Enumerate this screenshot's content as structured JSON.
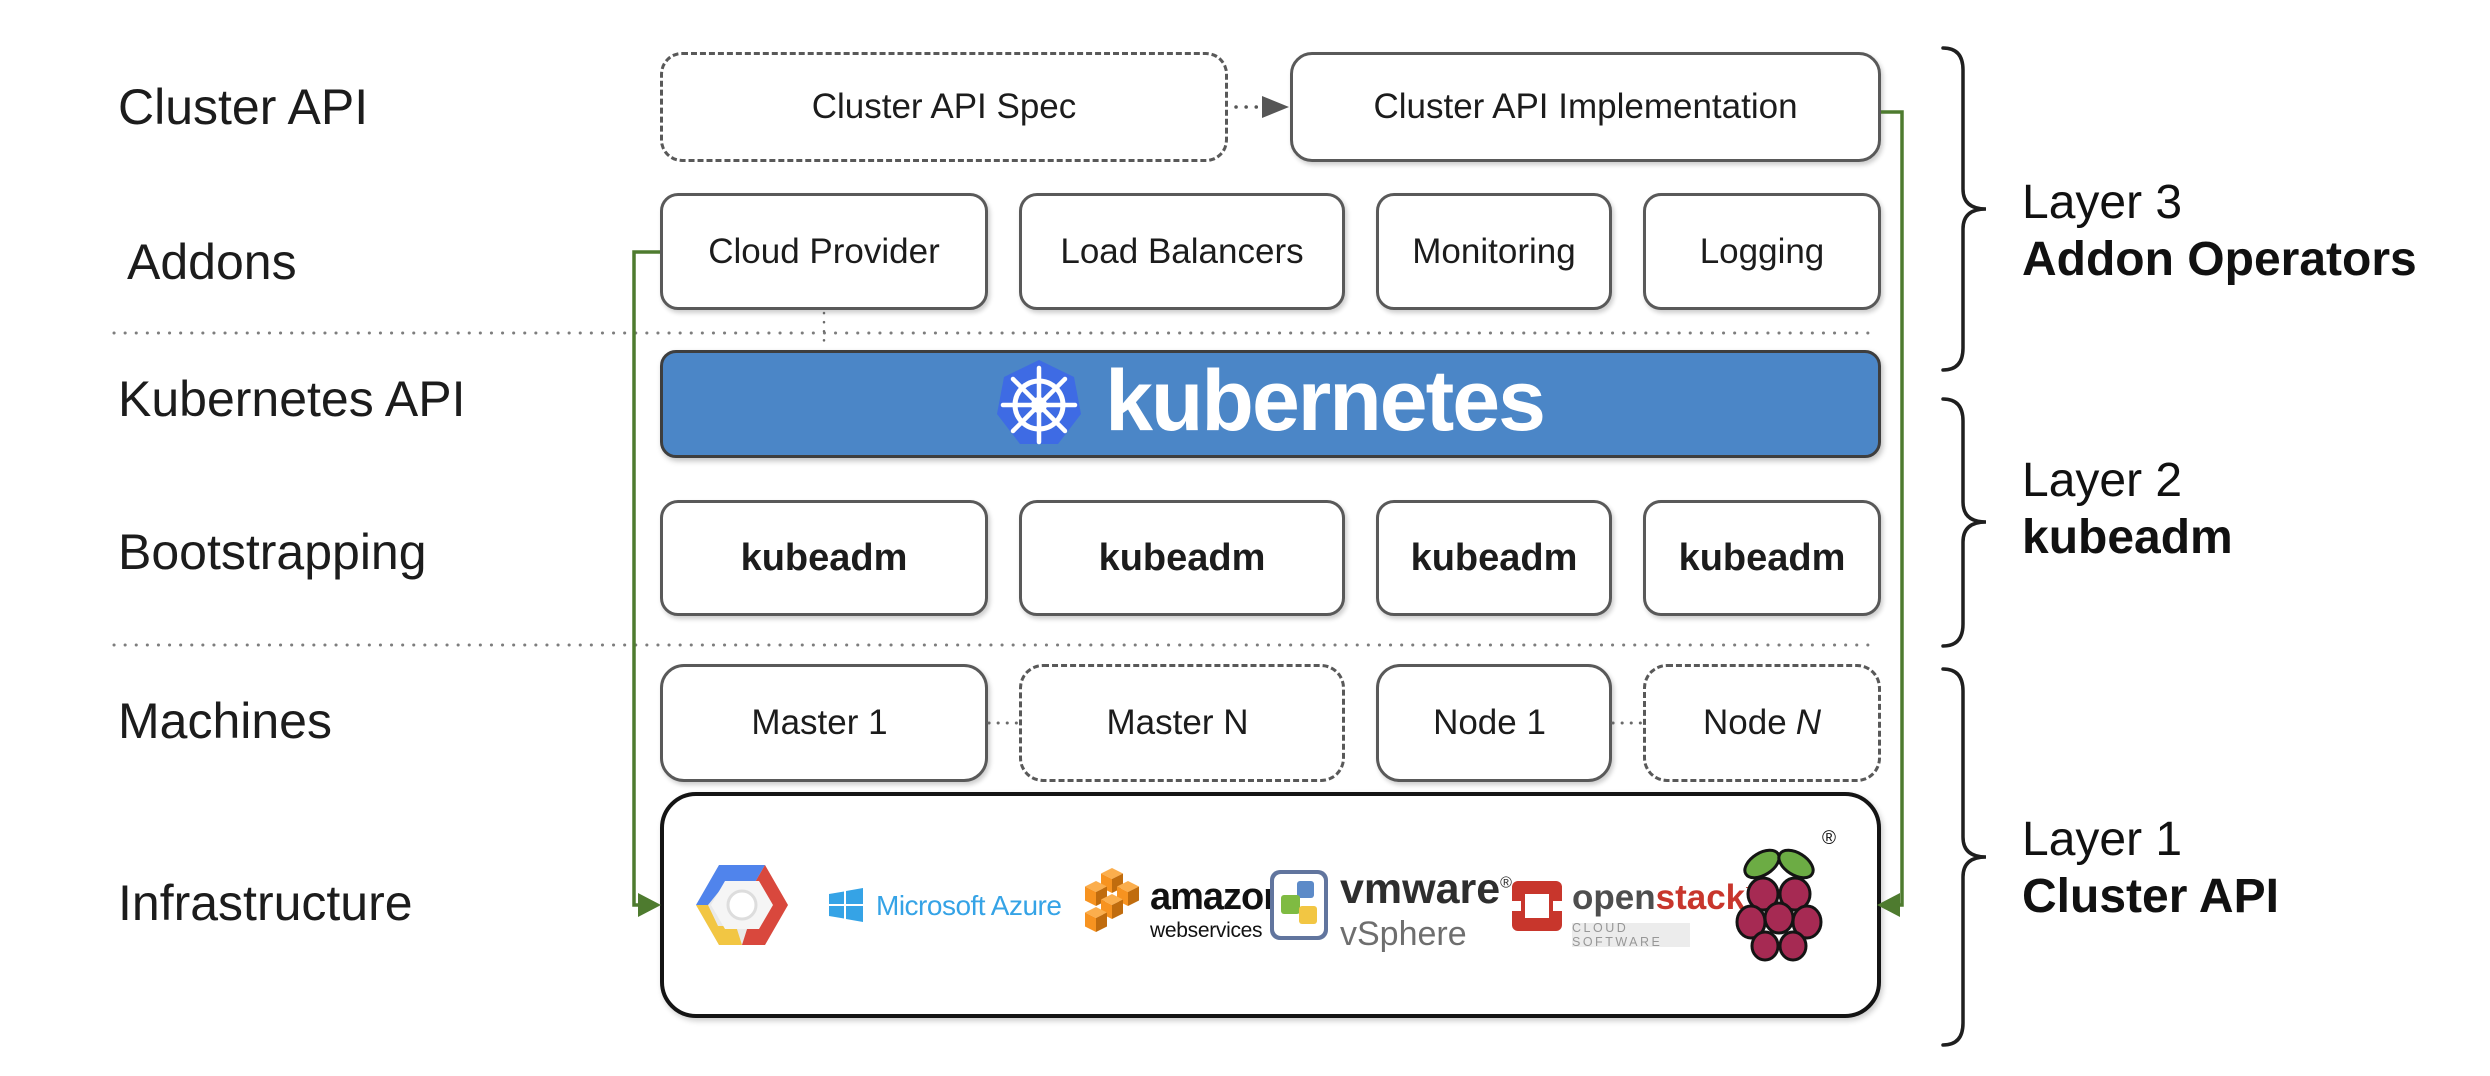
{
  "row_labels": {
    "items": [
      {
        "label": "Cluster API"
      },
      {
        "label": "Addons"
      },
      {
        "label": "Kubernetes API"
      },
      {
        "label": "Bootstrapping"
      },
      {
        "label": "Machines"
      },
      {
        "label": "Infrastructure"
      }
    ]
  },
  "top_row": {
    "spec_label": "Cluster API Spec",
    "impl_label": "Cluster API Implementation"
  },
  "addons_row": {
    "items": [
      "Cloud Provider",
      "Load Balancers",
      "Monitoring",
      "Logging"
    ]
  },
  "kubernetes_banner": {
    "label": "kubernetes",
    "logo": "kubernetes-wheel-icon"
  },
  "bootstrapping_row": {
    "items": [
      "kubeadm",
      "kubeadm",
      "kubeadm",
      "kubeadm"
    ]
  },
  "machines_row": {
    "items": [
      {
        "label": "Master 1",
        "suffix": "",
        "style": "solid"
      },
      {
        "label": "Master N",
        "suffix": "",
        "style": "dashed"
      },
      {
        "label": "Node 1",
        "suffix": "",
        "style": "solid"
      },
      {
        "label": "Node",
        "suffix": "N",
        "style": "dashed"
      }
    ]
  },
  "infrastructure": {
    "providers": [
      {
        "name": "google-cloud-platform"
      },
      {
        "name": "microsoft-azure",
        "label": "Microsoft Azure"
      },
      {
        "name": "amazon-web-services",
        "label": "amazon",
        "sublabel": "webservices"
      },
      {
        "name": "vmware-vsphere",
        "label": "vmware",
        "mark": "®",
        "sublabel": "vSphere"
      },
      {
        "name": "openstack",
        "label_gray": "open",
        "label_red": "stack",
        "mark": "™",
        "sublabel": "CLOUD SOFTWARE"
      },
      {
        "name": "raspberry-pi",
        "mark": "®"
      }
    ]
  },
  "layers": {
    "items": [
      {
        "line1": "Layer 3",
        "line2": "Addon Operators"
      },
      {
        "line1": "Layer 2",
        "line2": "kubeadm"
      },
      {
        "line1": "Layer 1",
        "line2": "Cluster API"
      }
    ]
  },
  "colors": {
    "banner_blue": "#4B86C7",
    "k8s_logo_blue": "#3E6BE4",
    "green_connector": "#4E7B2F",
    "azure_blue": "#35A3E6",
    "aws_orange": "#F79320",
    "aws_orange_dark": "#C06C0E",
    "aws_orange_light": "#FBAE4D",
    "openstack_red": "#C8362C",
    "raspberry_red": "#A62A53",
    "leaf_green": "#6CAC44",
    "gcp_blue": "#5084EC",
    "gcp_red": "#D9483D",
    "gcp_yellow": "#F2C643"
  }
}
